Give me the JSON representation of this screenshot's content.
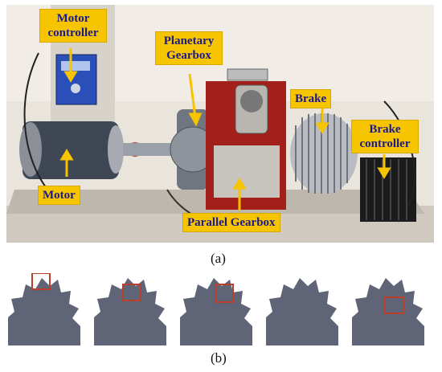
{
  "photo": {
    "labels": {
      "motor_controller": "Motor controller",
      "planetary_gearbox": "Planetary Gearbox",
      "brake": "Brake",
      "brake_controller": "Brake controller",
      "motor": "Motor",
      "parallel_gearbox": "Parallel Gearbox"
    },
    "caption": "(a)"
  },
  "gears": {
    "caption": "(b)",
    "count": 5
  },
  "colors": {
    "label_bg": "#f7c400",
    "label_text": "#1a1a8a",
    "marker": "#b8402a",
    "gear": "#5f6577"
  }
}
